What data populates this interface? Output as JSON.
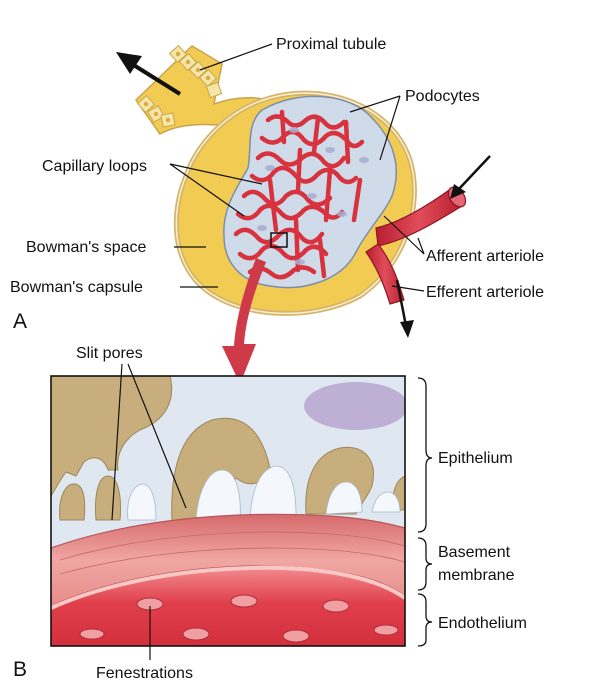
{
  "panels": {
    "a": "A",
    "b": "B"
  },
  "labels_a": {
    "proximal_tubule": "Proximal tubule",
    "podocytes": "Podocytes",
    "capillary_loops": "Capillary loops",
    "bowmans_space": "Bowman's space",
    "bowmans_capsule": "Bowman's capsule",
    "afferent_arteriole": "Afferent arteriole",
    "efferent_arteriole": "Efferent arteriole"
  },
  "labels_b": {
    "slit_pores": "Slit pores",
    "epithelium": "Epithelium",
    "basement_line1": "Basement",
    "basement_line2": "membrane",
    "endothelium": "Endothelium",
    "fenestrations": "Fenestrations"
  },
  "colors": {
    "capsule_yellow": "#f2cc52",
    "capsule_outline": "#c9a44a",
    "tubule_cells": "#f6e6a6",
    "podocyte_blue": "#cfdbe9",
    "capillary_red": "#d8323e",
    "arteriole_red": "#c8283a",
    "epithelium_tan": "#c7ae7c",
    "membrane_pink": "#e98a8a",
    "endothelium_red": "#e0404b",
    "big_arrow": "#cf3a48"
  }
}
